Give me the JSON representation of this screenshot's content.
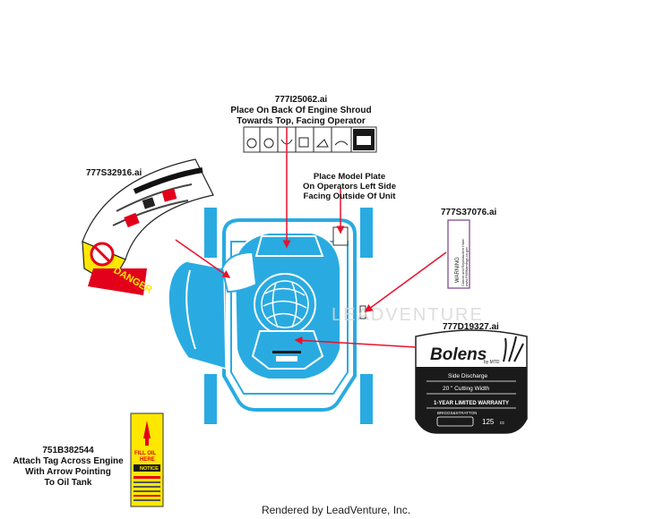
{
  "labels": {
    "shroud": {
      "part_no": "777I25062.ai",
      "line1": "Place On Back Of Engine Shroud",
      "line2": "Towards Top, Facing Operator"
    },
    "decal_left": {
      "part_no": "777S32916.ai"
    },
    "model_plate": {
      "line1": "Place Model Plate",
      "line2": "On Operators Left Side",
      "line3": "Facing Outside Of Unit"
    },
    "warning_decal": {
      "part_no": "777S37076.ai"
    },
    "bolens_decal": {
      "part_no": "777D19327.ai"
    },
    "oil_tag": {
      "part_no": "751B382544",
      "line1": "Attach Tag Across Engine",
      "line2": "With Arrow Pointing",
      "line3": "To Oil Tank"
    }
  },
  "bolens_plate": {
    "brand": "Bolens",
    "sub_brand": "by MTD",
    "discharge": "Side Discharge",
    "cutting_width": "20 \" Cutting Width",
    "warranty": "1-YEAR LIMITED WARRANTY",
    "engine_brand": "BRIGGS&STRATTON",
    "displacement": "125",
    "cc": "cc"
  },
  "danger_decal": {
    "headline": "DANGER"
  },
  "warning_small": {
    "title": "WARNING",
    "line1": "Cancer and Reproductive Harm",
    "line2": "www.P65Warnings.ca.gov"
  },
  "oil_tag_card": {
    "fill_line1": "FILL OIL",
    "fill_line2": "HERE",
    "notice": "NOTICE"
  },
  "watermark": "LEADVENTURE",
  "footer": "Rendered by LeadVenture, Inc.",
  "colors": {
    "deck_blue": "#29abe2",
    "arrow_red": "#e8112d",
    "danger_red": "#e2001a",
    "yellow": "#ffe800"
  }
}
